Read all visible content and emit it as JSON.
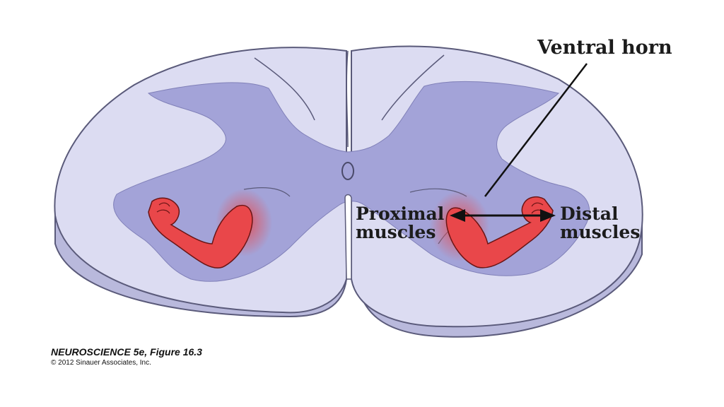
{
  "labels": {
    "ventral_horn": "Ventral horn",
    "proximal": [
      "Proximal",
      "muscles"
    ],
    "distal": [
      "Distal",
      "muscles"
    ]
  },
  "credit": {
    "line1": "NEUROSCIENCE 5e, Figure 16.3",
    "line2": "© 2012 Sinauer Associates, Inc."
  },
  "colors": {
    "white_matter": "#dcdcf2",
    "white_matter_side": "#b9b9dc",
    "gray_matter": "#a3a3d8",
    "outline": "#5a5a7a",
    "arm": "#e9474a",
    "arrow": "#111111"
  }
}
